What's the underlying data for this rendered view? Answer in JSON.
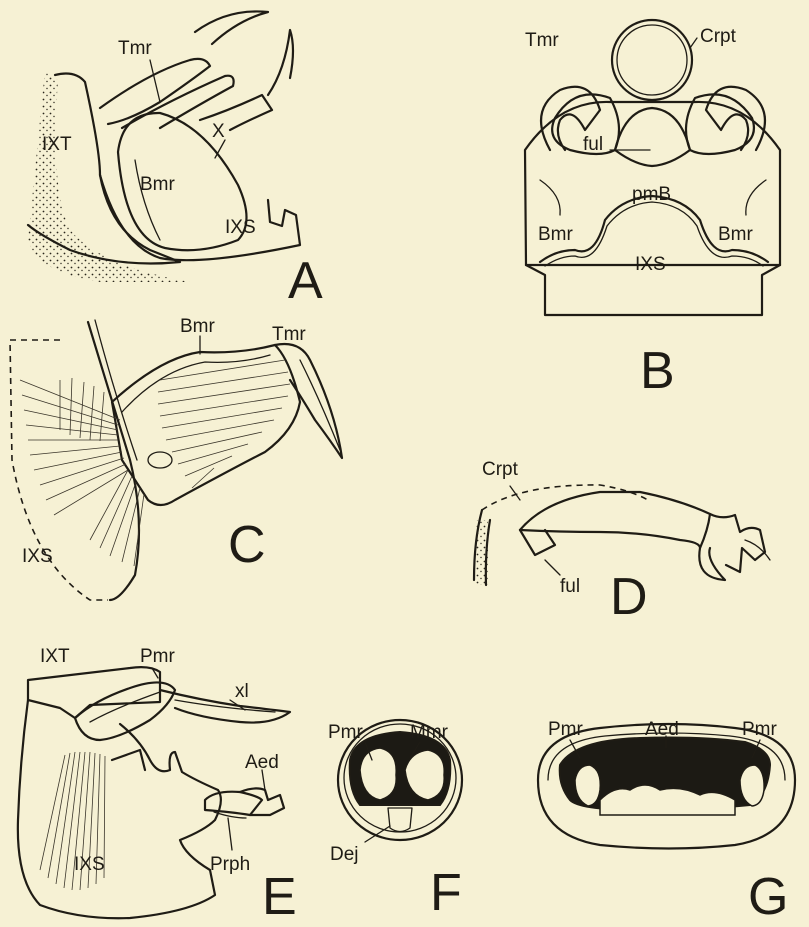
{
  "figures": {
    "A": {
      "letter": "A",
      "labels": {
        "tmr": "Tmr",
        "ixt": "IXT",
        "x": "X",
        "bmr": "Bmr",
        "ixs": "IXS"
      }
    },
    "B": {
      "letter": "B",
      "labels": {
        "tmr": "Tmr",
        "crpt": "Crpt",
        "ful": "ful",
        "pmb": "pmB",
        "bmr_left": "Bmr",
        "bmr_right": "Bmr",
        "ixs": "IXS"
      }
    },
    "C": {
      "letter": "C",
      "labels": {
        "bmr": "Bmr",
        "tmr": "Tmr",
        "ixs": "IXS"
      }
    },
    "D": {
      "letter": "D",
      "labels": {
        "crpt": "Crpt",
        "ful": "ful"
      }
    },
    "E": {
      "letter": "E",
      "labels": {
        "ixt": "IXT",
        "pmr": "Pmr",
        "xl": "xl",
        "aed": "Aed",
        "ixs": "IXS",
        "prph": "Prph"
      }
    },
    "F": {
      "letter": "F",
      "labels": {
        "pmr": "Pmr",
        "mmr": "Mmr",
        "dej": "Dej"
      }
    },
    "G": {
      "letter": "G",
      "labels": {
        "pmr_left": "Pmr",
        "aed": "Aed",
        "pmr_right": "Pmr"
      }
    }
  },
  "colors": {
    "paper": "#f6f1d4",
    "ink": "#1f1c15"
  }
}
